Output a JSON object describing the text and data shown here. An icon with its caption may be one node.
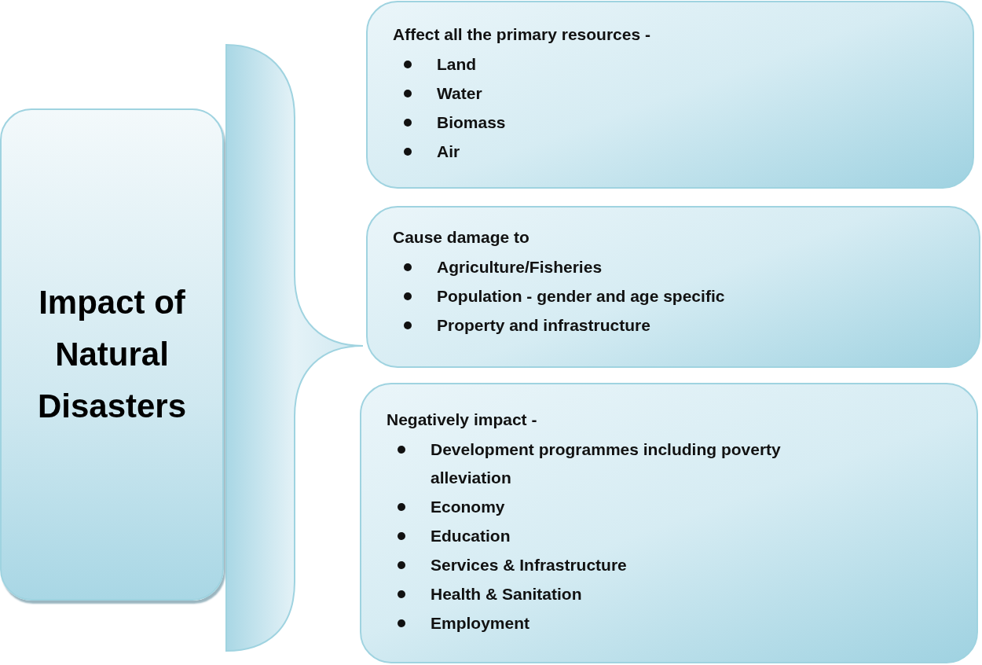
{
  "diagram": {
    "nodes": [
      {
        "text": [
          "Impact of Natural Disasters"
        ]
      },
      {
        "text": [
          "Affect all the primary resources -",
          "Land",
          "Water",
          "Biomass",
          "Air"
        ]
      },
      {
        "text": [
          "Cause damage to",
          "Agriculture/Fisheries",
          "Population - gender and age specific",
          "Property and infrastructure"
        ]
      },
      {
        "text": [
          "Negatively impact -",
          "Development programmes including poverty alleviation",
          "Economy",
          "Education",
          "Services & Infrastructure",
          "Health & Sanitation",
          "Employment"
        ]
      }
    ]
  }
}
